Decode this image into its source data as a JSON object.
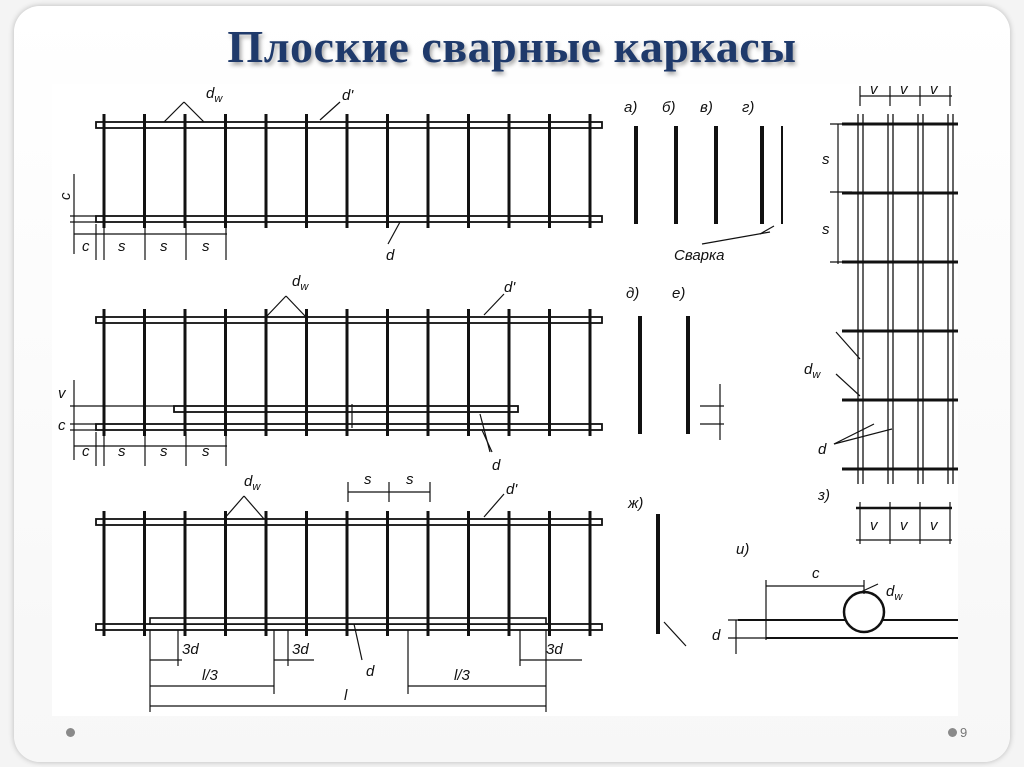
{
  "slide": {
    "title": "Плоские сварные каркасы",
    "page_number": "9"
  },
  "labels": {
    "dw": "d",
    "dw_sub": "w",
    "d_prime": "d'",
    "d": "d",
    "c": "c",
    "s": "s",
    "v": "v",
    "three_d": "3d",
    "l_third": "l/3",
    "l": "l",
    "welding": "Сварка"
  },
  "variants": {
    "a": "а)",
    "b": "б)",
    "v": "в)",
    "g": "г)",
    "d": "д)",
    "e": "е)",
    "zh": "ж)",
    "z": "з)",
    "i": "и)"
  }
}
